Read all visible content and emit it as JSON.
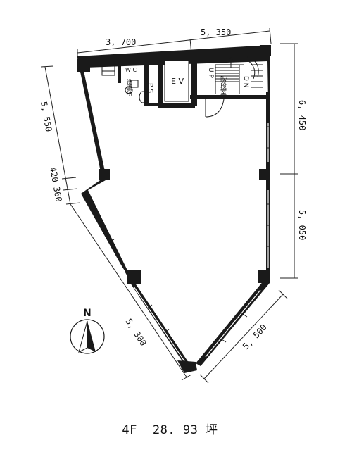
{
  "floor_plan": {
    "dimensions": {
      "top_left": "3, 700",
      "top_right": "5, 350",
      "right_upper": "6, 450",
      "right_lower": "5, 050",
      "left_upper": "5, 550",
      "left_mid_a": "420",
      "left_mid_b": "360",
      "bottom_left": "5, 300",
      "bottom_right": "5, 500"
    },
    "rooms": {
      "wc": "W C",
      "ps": "P S",
      "ev": "E V",
      "laundry": "洗面所",
      "stairs_room": "階段室",
      "up": "U P",
      "dn": "D N"
    },
    "compass": "N"
  },
  "caption": {
    "floor": "4F",
    "area": "28. 93 坪"
  }
}
